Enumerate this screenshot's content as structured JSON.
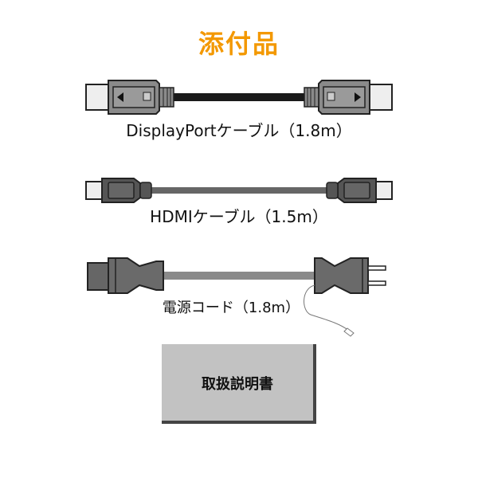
{
  "title": "添付品",
  "colors": {
    "title": "#f39800",
    "dp_cable": "#1a1a1a",
    "hdmi_cable": "#666666",
    "power_cable": "#8a8a8a",
    "connector": "#7a7a7a",
    "manual": "#c2c2c2"
  },
  "items": [
    {
      "label": "DisplayPortケーブル（1.8m）",
      "icon": "displayport-cable-icon"
    },
    {
      "label": "HDMIケーブル（1.5m）",
      "icon": "hdmi-cable-icon"
    },
    {
      "label": "電源コード（1.8m）",
      "icon": "power-cord-icon"
    },
    {
      "label": "取扱説明書",
      "icon": "manual-icon"
    }
  ]
}
